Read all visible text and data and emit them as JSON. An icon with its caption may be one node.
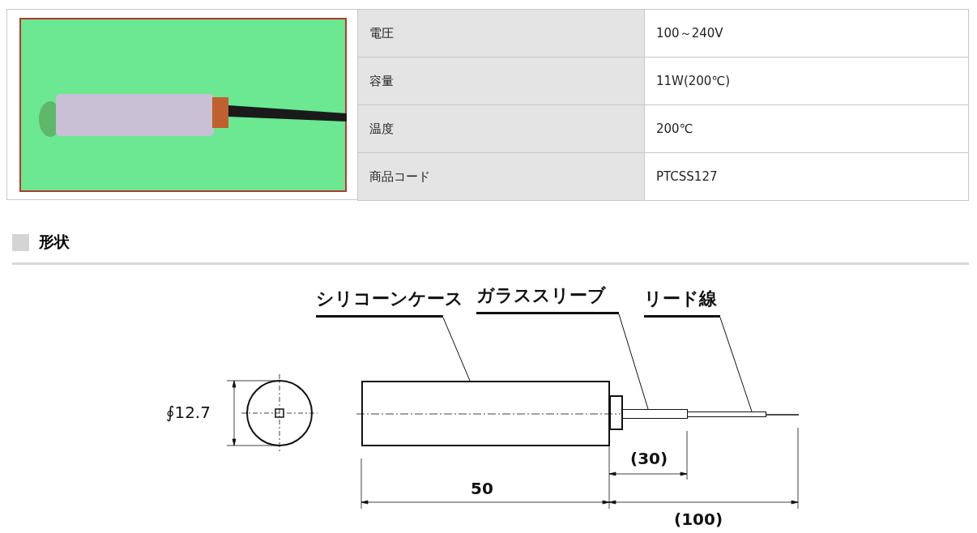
{
  "diagram": {
    "nodes": [
      {
        "text": [
          "シリコーンケース"
        ]
      },
      {
        "text": [
          "ガラススリーブ"
        ]
      },
      {
        "text": [
          "リード線"
        ]
      },
      {
        "text": [],
        "shape": "box"
      },
      {
        "text": [],
        "shape": "box"
      },
      {
        "text": [],
        "shape": "bar"
      }
    ],
    "edges": [
      {
        "from": 0,
        "to": 3,
        "arrow": "none"
      },
      {
        "from": 1,
        "to": 4,
        "arrow": "none"
      },
      {
        "from": 2,
        "to": 5,
        "arrow": "none"
      }
    ],
    "labels": [
      "電圧",
      "100～240V",
      "容量",
      "11W(200℃)",
      "温度",
      "200℃",
      "商品コード",
      "PTCSS127",
      "形状",
      "∮12.7",
      "50",
      "(30)",
      "(100)"
    ]
  }
}
